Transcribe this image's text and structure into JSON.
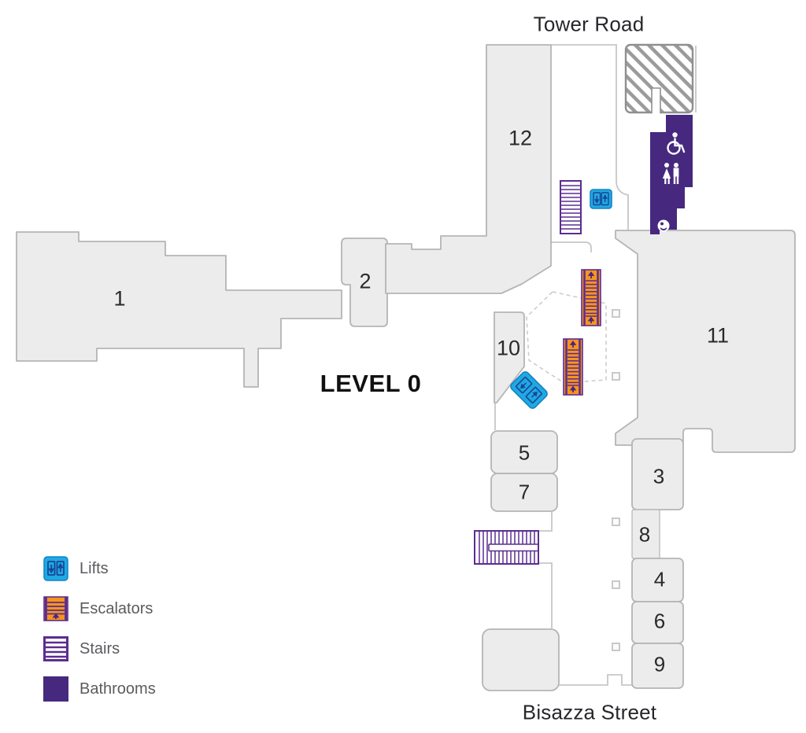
{
  "streets": {
    "top": "Tower Road",
    "bottom": "Bisazza Street"
  },
  "level_label": "LEVEL 0",
  "units": [
    {
      "label": "1"
    },
    {
      "label": "2"
    },
    {
      "label": "3"
    },
    {
      "label": "4"
    },
    {
      "label": "5"
    },
    {
      "label": "6"
    },
    {
      "label": "7"
    },
    {
      "label": "8"
    },
    {
      "label": "9"
    },
    {
      "label": "10"
    },
    {
      "label": "11"
    },
    {
      "label": "12"
    }
  ],
  "legend": {
    "items": [
      {
        "label": "Lifts",
        "icon": "lift-icon",
        "color": "#1FA9E2"
      },
      {
        "label": "Escalators",
        "icon": "escalator-icon",
        "color": "#F7941E"
      },
      {
        "label": "Stairs",
        "icon": "stairs-icon",
        "color": "#5B2D90"
      },
      {
        "label": "Bathrooms",
        "icon": "bathroom-icon",
        "color": "#46297F"
      }
    ]
  },
  "facilities": {
    "lifts": 2,
    "escalators": 2,
    "stairs": 2,
    "bathroom_icons": [
      "wheelchair-icon",
      "male-female-icon",
      "baby-change-icon"
    ]
  },
  "colors": {
    "unit_fill": "#ECECEC",
    "unit_stroke": "#B5B5B5",
    "lift_blue": "#1FA9E2",
    "lift_navy": "#1B4596",
    "escalator_orange": "#F7941E",
    "stairs_purple": "#5B2D90",
    "bathroom_purple": "#46297F",
    "hatch_gray": "#949494",
    "text_dark": "#29262B",
    "legend_text": "#5B5B60"
  }
}
